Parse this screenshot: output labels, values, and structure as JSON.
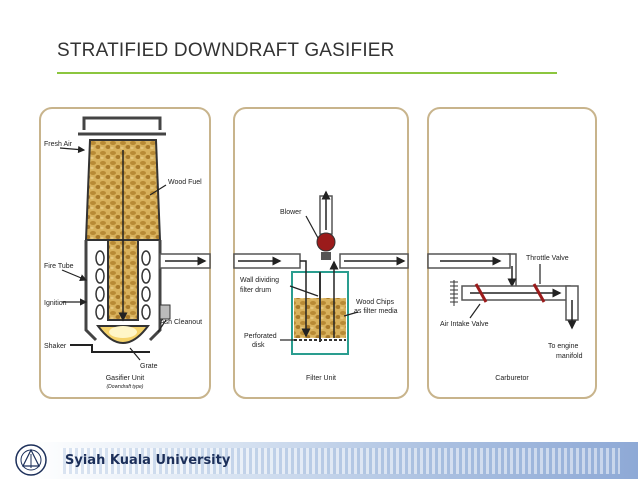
{
  "slide": {
    "title": "STRATIFIED DOWNDRAFT GASIFIER"
  },
  "footer": {
    "university": "Syiah Kuala University"
  },
  "colors": {
    "accent_rule": "#8cc63f",
    "footer_text": "#1c2f5a",
    "fuel": "#c9a24a",
    "blower": "#9b1b1b",
    "panel_border": "#c8b48c",
    "filter_outline": "#2a9d8f"
  },
  "gasifier": {
    "labels": {
      "fresh_air": "Fresh Air",
      "wood_fuel": "Wood Fuel",
      "fire_tube": "Fire Tube",
      "ignition": "Ignition",
      "ash_cleanout": "Ash Cleanout",
      "shaker": "Shaker",
      "grate": "Grate"
    },
    "caption": "Gasifier Unit",
    "caption_sub": "(Downdraft type)"
  },
  "filter": {
    "labels": {
      "blower": "Blower",
      "wall_dividing_1": "Wall dividing",
      "wall_dividing_2": "filter drum",
      "wood_chips_1": "Wood Chips",
      "wood_chips_2": "as filter media",
      "perforated_1": "Perforated",
      "perforated_2": "disk"
    },
    "caption": "Filter Unit"
  },
  "carburetor": {
    "labels": {
      "throttle_valve": "Throttle Valve",
      "air_intake_valve": "Air Intake Valve",
      "engine_1": "To engine",
      "engine_2": "manifold"
    },
    "caption": "Carburetor"
  },
  "icons": [
    "arrow-icon",
    "blower-icon",
    "valve-icon",
    "university-logo-icon"
  ]
}
